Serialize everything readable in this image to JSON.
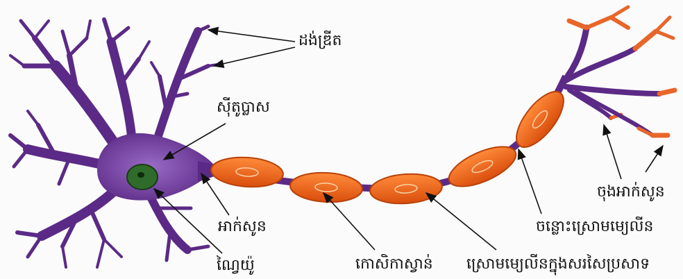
{
  "labels": {
    "dendrite": "ដង់ឌ្រីត",
    "cytoplasm": "ស៊ីតូប្លាស",
    "axon": "អាក់សូន",
    "nucleus": "ណ្វៃយ៉ូ",
    "schwann_cell": "កោសិកាស្វាន់",
    "myelin_sheath": "ស្រោមម្យេលីនក្នុងសរសៃប្រសាទ",
    "node_of_ranvier": "ចន្លោះស្រោមម្យេលីន",
    "axon_terminal": "ចុងអាក់សូន"
  },
  "colors": {
    "cell_body": "#5b2a86",
    "cell_body_light": "#8a58b5",
    "nucleus": "#2f6b2a",
    "myelin": "#f36a1c",
    "myelin_dark": "#c04408",
    "terminal": "#e8662a",
    "arrow": "#111111"
  }
}
